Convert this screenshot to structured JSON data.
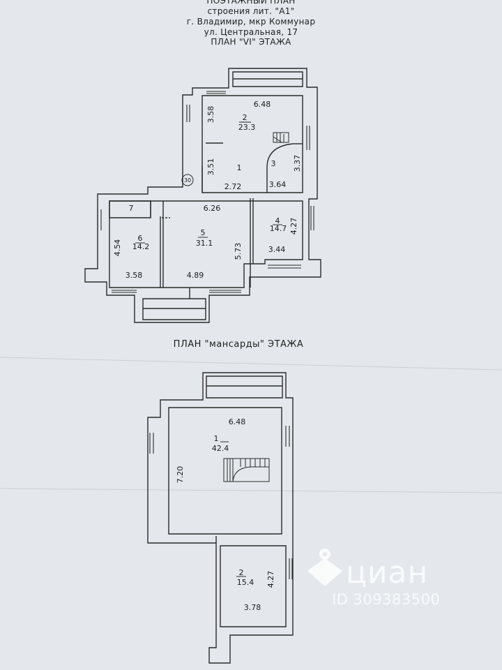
{
  "header": {
    "line1": "ПОЭТАЖНЫЙ ПЛАН",
    "line2": "строения лит. \"А1\"",
    "line3": "г. Владимир, мкр Коммунар",
    "line4": "ул. Центральная, 17",
    "line5": "ПЛАН \"VI\" ЭТАЖА"
  },
  "attic_title": "ПЛАН \"мансарды\" ЭТАЖА",
  "floor6": {
    "room2": {
      "num": "2",
      "area": "23.3",
      "width": "6.48",
      "depth": "3.58"
    },
    "room1": {
      "num": "1",
      "width": "2.72",
      "depth": "3.51"
    },
    "room3": {
      "num": "3",
      "width": "3.64",
      "depth": "3.37"
    },
    "room5": {
      "num": "5",
      "area": "31.1",
      "width_top": "6.26",
      "width_bottom": "4.89",
      "depth": "5.73"
    },
    "room4": {
      "num": "4",
      "area": "14.7",
      "width": "3.44",
      "depth": "4.27"
    },
    "room6": {
      "num": "6",
      "area": "14.2",
      "width": "3.58",
      "depth": "4.54"
    },
    "room7": {
      "num": "7"
    },
    "marker": "30"
  },
  "attic": {
    "room1": {
      "num": "1",
      "area": "42.4",
      "width": "6.48",
      "depth": "7.20"
    },
    "room2": {
      "num": "2",
      "area": "15.4",
      "width": "3.78",
      "depth": "4.27"
    }
  },
  "watermark": {
    "brand": "циан",
    "id": "ID 309383500"
  }
}
